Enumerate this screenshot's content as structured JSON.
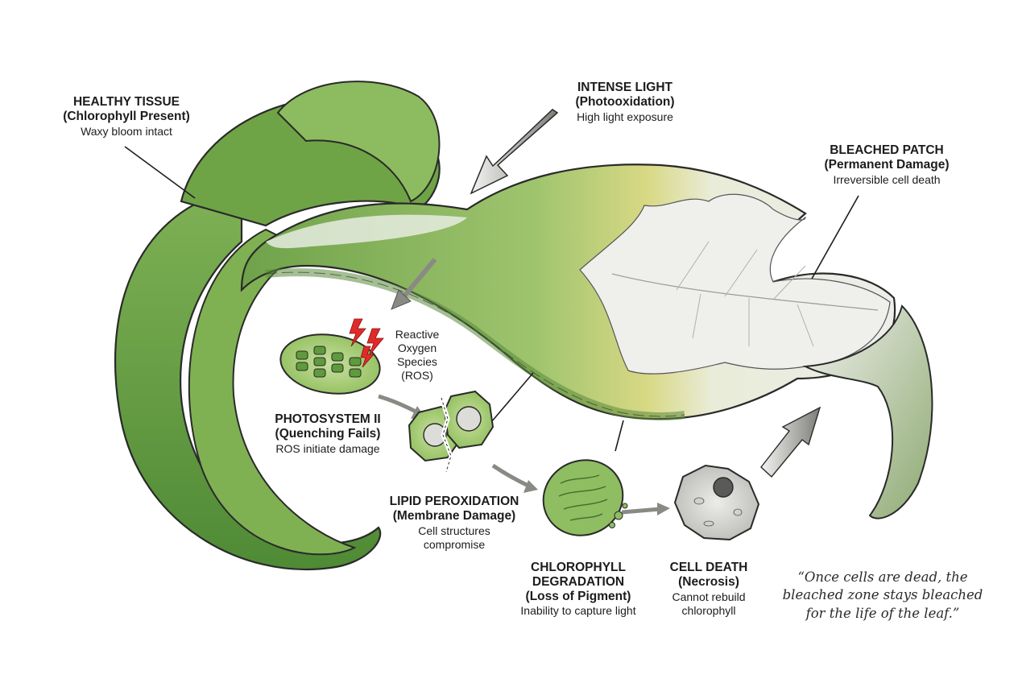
{
  "labels": {
    "healthy": {
      "title": "HEALTHY TISSUE",
      "subtitle": "(Chlorophyll Present)",
      "desc": "Waxy bloom intact"
    },
    "light": {
      "title": "INTENSE LIGHT",
      "subtitle": "(Photooxidation)",
      "desc": "High light exposure"
    },
    "bleached": {
      "title": "BLEACHED PATCH",
      "subtitle": "(Permanent Damage)",
      "desc": "Irreversible cell death"
    },
    "ros": {
      "lines": [
        "Reactive",
        "Oxygen",
        "Species",
        "(ROS)"
      ]
    },
    "photosystem": {
      "title": "PHOTOSYSTEM II",
      "subtitle": "(Quenching Fails)",
      "desc": "ROS initiate damage"
    },
    "lipid": {
      "title": "LIPID PEROXIDATION",
      "subtitle": "(Membrane Damage)",
      "desc_lines": [
        "Cell structures",
        "compromise"
      ]
    },
    "chlorophyll": {
      "title_lines": [
        "CHLOROPHYLL",
        "DEGRADATION"
      ],
      "subtitle": "(Loss of Pigment)",
      "desc": "Inability to capture light"
    },
    "death": {
      "title": "CELL DEATH",
      "subtitle": "(Necrosis)",
      "desc_lines": [
        "Cannot rebuild",
        "chlorophyll"
      ]
    }
  },
  "quote": {
    "lines": [
      "“Once cells are dead, the",
      "bleached zone stays bleached",
      "for the life of the leaf.”"
    ]
  },
  "colors": {
    "leaf_dark": "#5e9a40",
    "leaf_mid": "#86b35c",
    "leaf_light": "#bcd58e",
    "bleached": "#eeeeea",
    "ink": "#2a2a2a",
    "arrow": "#8a8a84",
    "ros_bolt": "#e02a2a",
    "cell_green": "#9cc46a",
    "dead_cell": "#cfcfcb"
  }
}
